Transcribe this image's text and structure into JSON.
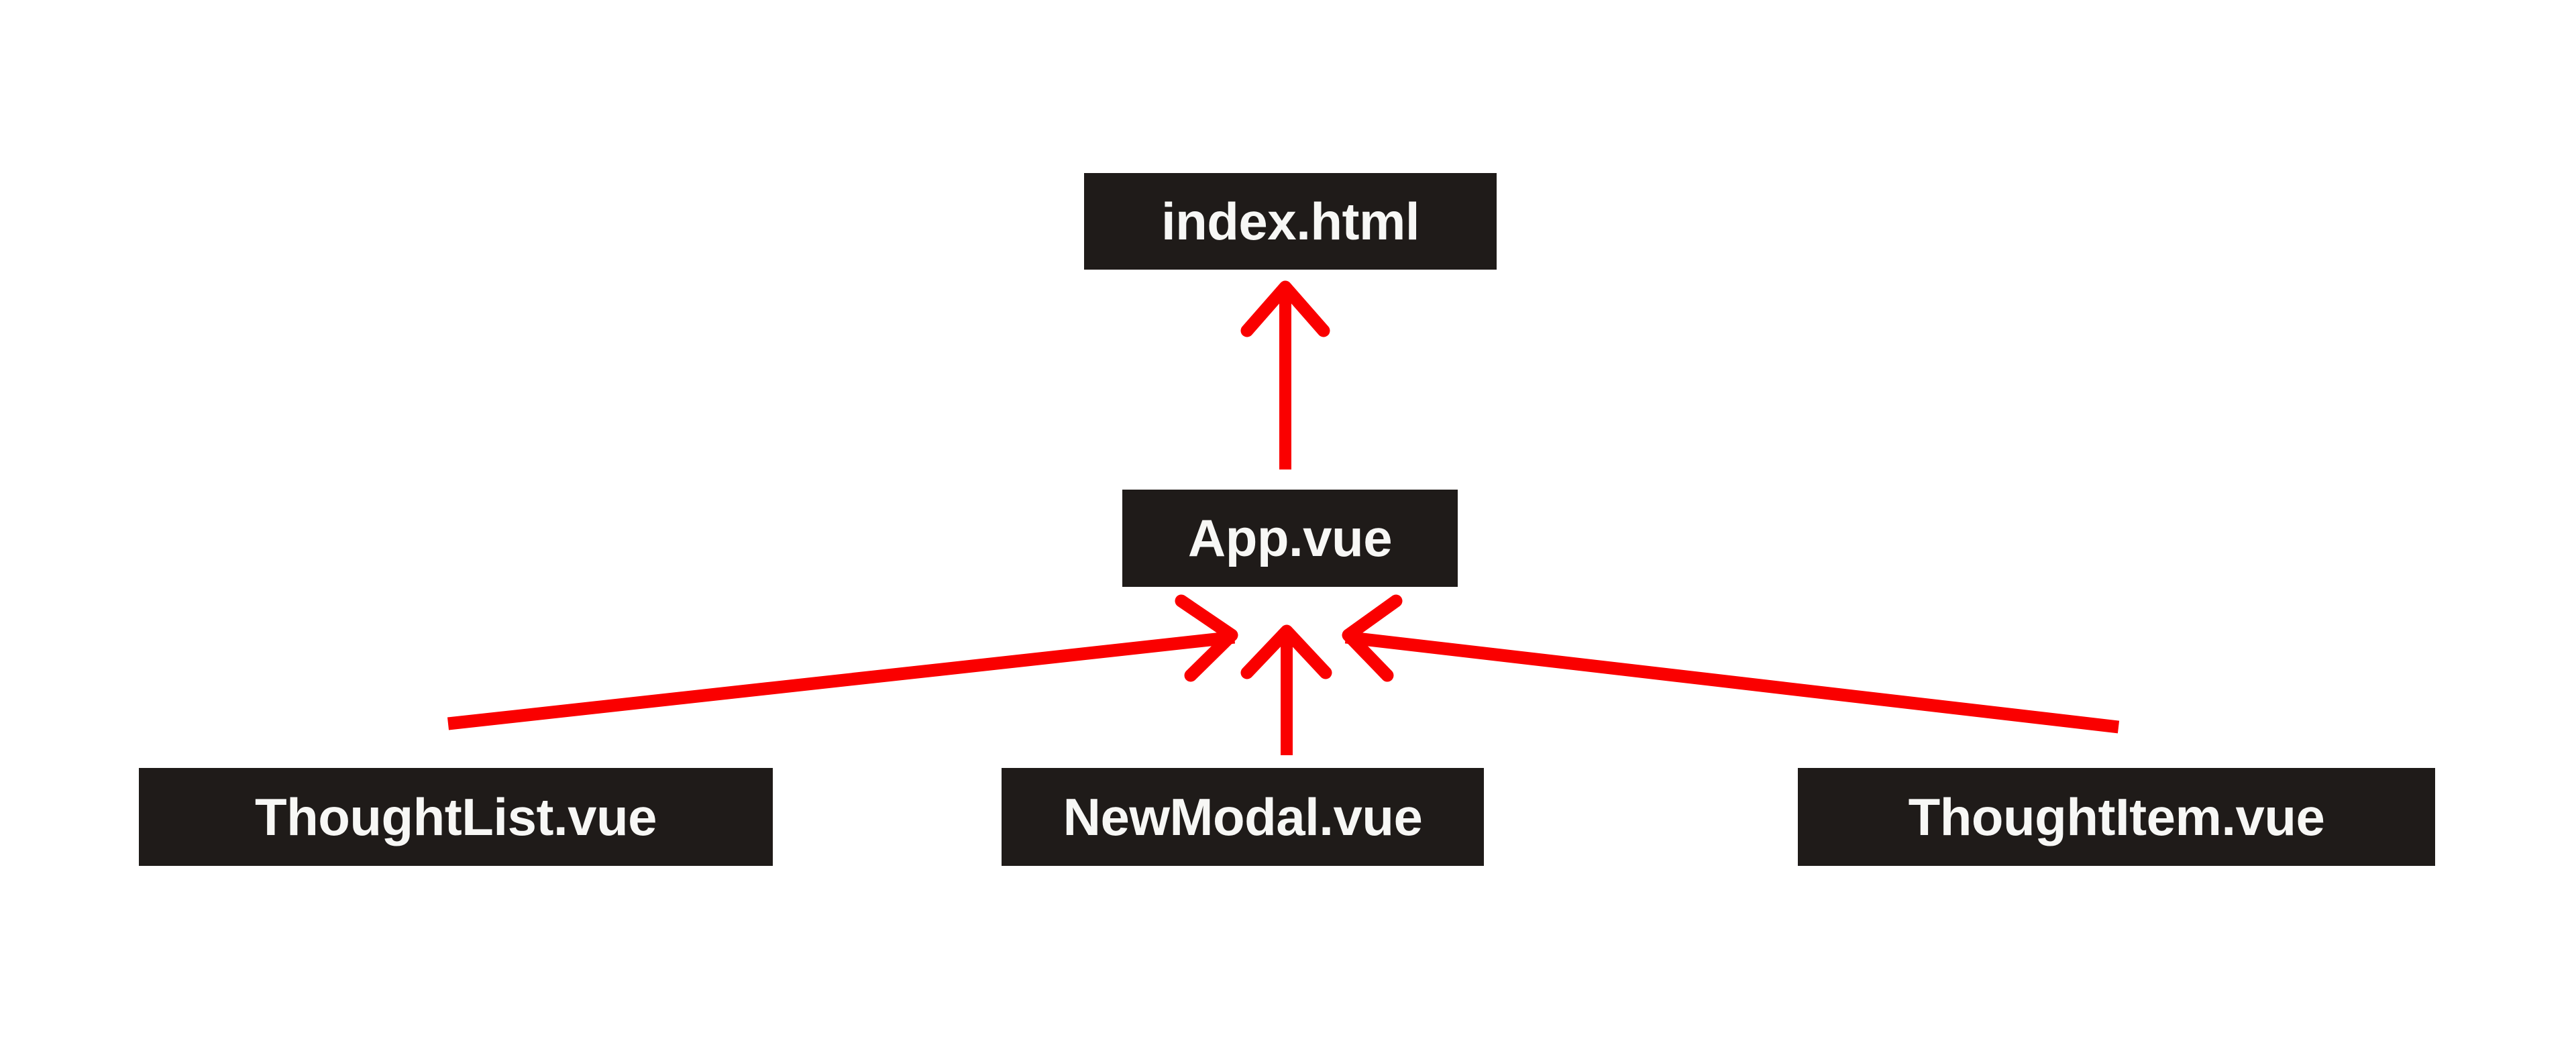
{
  "diagram": {
    "type": "dependency-graph",
    "title": "Vue component dependency diagram",
    "background_color": "#ffffff",
    "node_fill_color": "#1f1b19",
    "node_text_color": "#f7f7f5",
    "arrow_color": "#fa0000",
    "nodes": [
      {
        "id": "index",
        "label": "index.html",
        "level": 0
      },
      {
        "id": "app",
        "label": "App.vue",
        "level": 1
      },
      {
        "id": "thoughtlist",
        "label": "ThoughtList.vue",
        "level": 2
      },
      {
        "id": "newmodal",
        "label": "NewModal.vue",
        "level": 2
      },
      {
        "id": "thoughtitem",
        "label": "ThoughtItem.vue",
        "level": 2
      }
    ],
    "edges": [
      {
        "from": "app",
        "to": "index",
        "direction": "up",
        "style": "solid-arrow"
      },
      {
        "from": "thoughtlist",
        "to": "app",
        "direction": "up-right",
        "style": "solid-arrow"
      },
      {
        "from": "newmodal",
        "to": "app",
        "direction": "up",
        "style": "solid-arrow"
      },
      {
        "from": "thoughtitem",
        "to": "app",
        "direction": "up-left",
        "style": "solid-arrow"
      }
    ]
  }
}
